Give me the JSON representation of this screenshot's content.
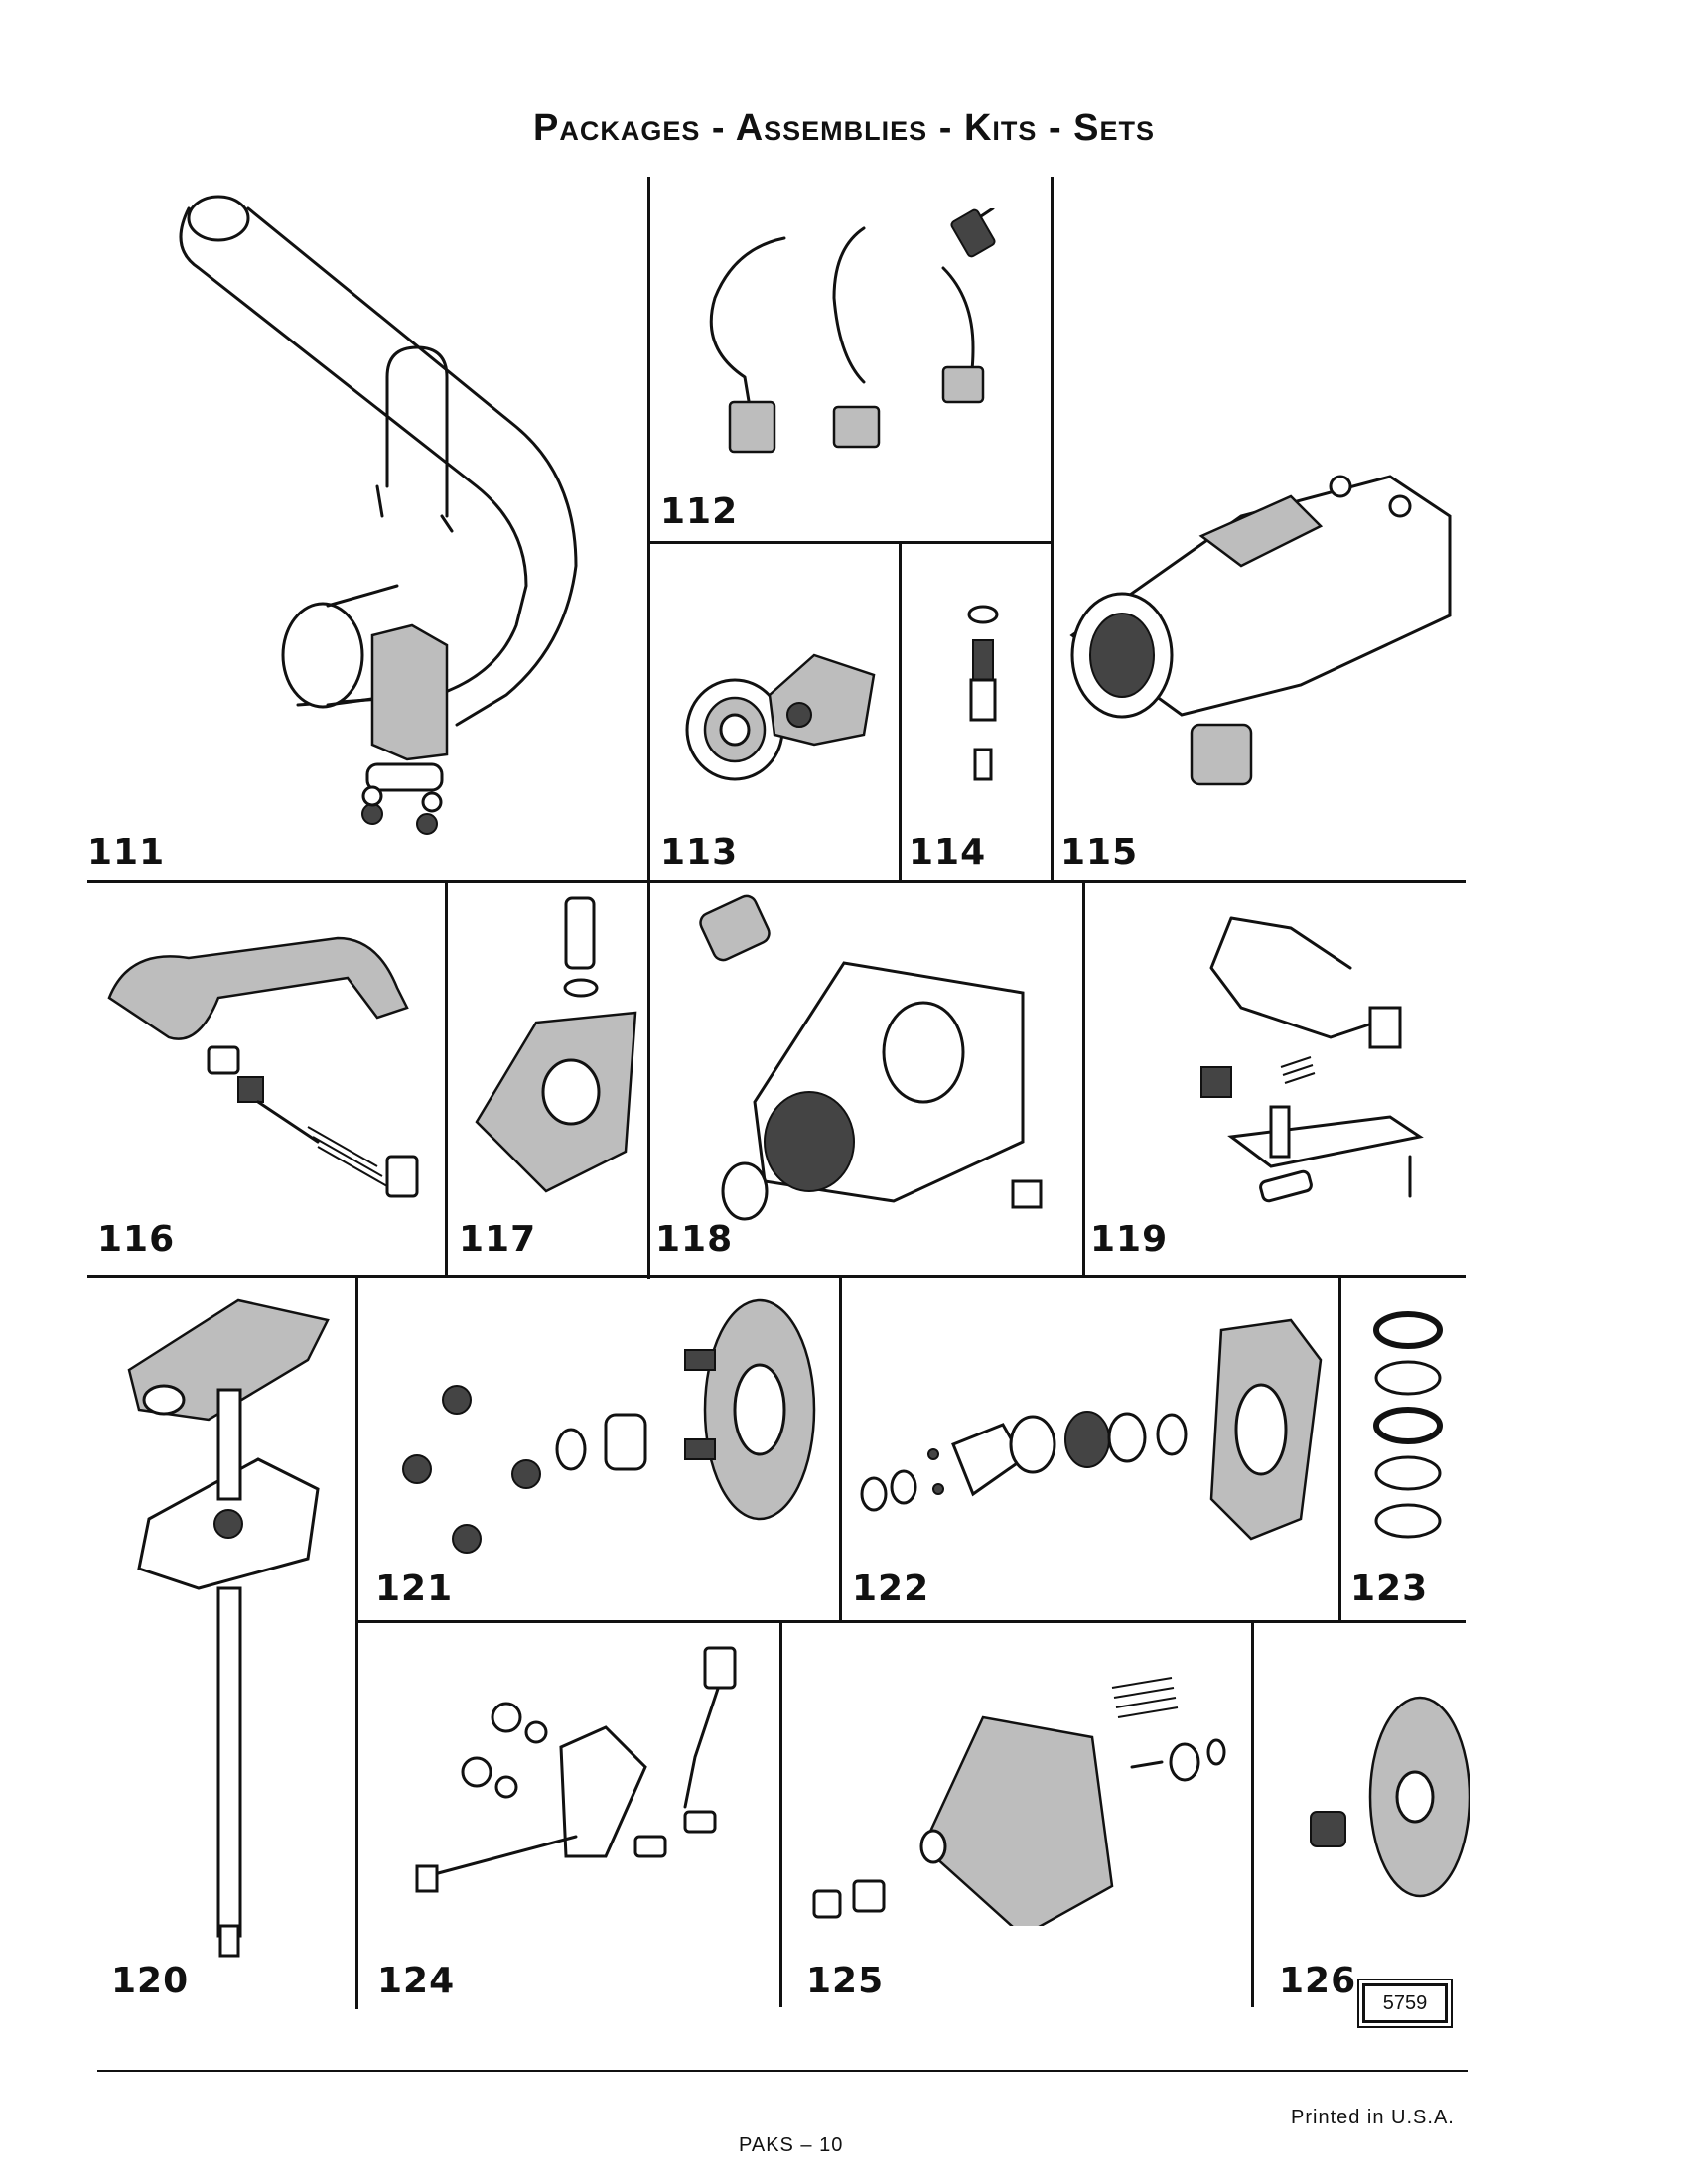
{
  "title": "Packages - Assemblies - Kits - Sets",
  "panels": [
    {
      "number": "111",
      "icon": "tailpipe-clamp-kit"
    },
    {
      "number": "112",
      "icon": "brush-lead-set"
    },
    {
      "number": "113",
      "icon": "bearing-yoke-assembly"
    },
    {
      "number": "114",
      "icon": "valve-stem-kit"
    },
    {
      "number": "115",
      "icon": "housing-assembly"
    },
    {
      "number": "116",
      "icon": "handle-spring-kit"
    },
    {
      "number": "117",
      "icon": "gear-housing-assembly"
    },
    {
      "number": "118",
      "icon": "case-bushing-assembly"
    },
    {
      "number": "119",
      "icon": "linkage-bracket-kit"
    },
    {
      "number": "120",
      "icon": "shaft-plate-assembly"
    },
    {
      "number": "121",
      "icon": "brush-holder-plate-kit"
    },
    {
      "number": "122",
      "icon": "end-frame-bearing-kit"
    },
    {
      "number": "123",
      "icon": "seal-ring-set"
    },
    {
      "number": "124",
      "icon": "bracket-bolt-kit"
    },
    {
      "number": "125",
      "icon": "pump-cover-spring-kit"
    },
    {
      "number": "126",
      "icon": "cover-bushing-assembly"
    }
  ],
  "stamp": "5759",
  "footer": {
    "printed": "Printed  in U.S.A.",
    "page": "PAKS – 10"
  }
}
